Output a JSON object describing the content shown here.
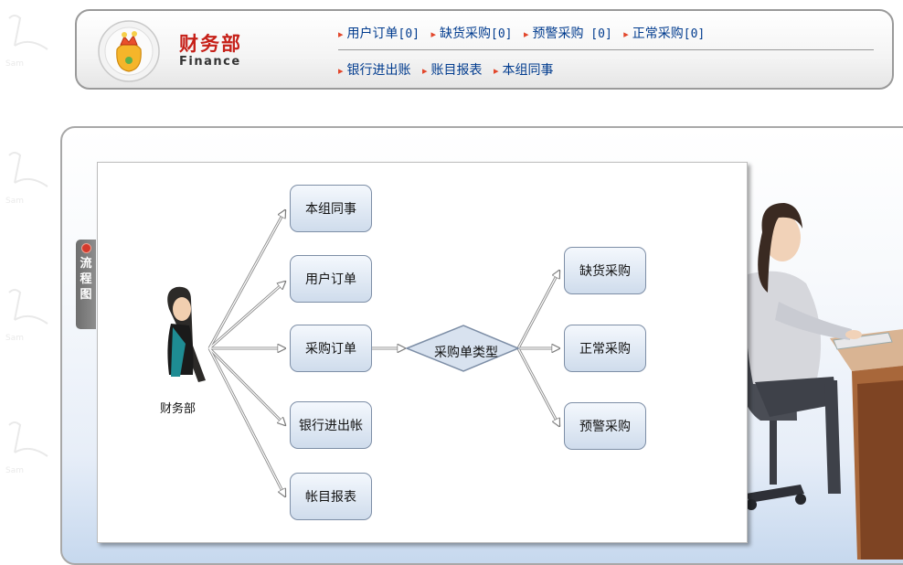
{
  "header": {
    "dept_name": "财务部",
    "dept_en": "Finance",
    "nav_row1": [
      {
        "label": "用户订单",
        "count": "[0]"
      },
      {
        "label": "缺货采购",
        "count": "[0]"
      },
      {
        "label": "预警采购",
        "count": " [0]"
      },
      {
        "label": "正常采购",
        "count": "[0]"
      }
    ],
    "nav_row2": [
      {
        "label": "银行进出账"
      },
      {
        "label": "账目报表"
      },
      {
        "label": "本组同事"
      }
    ]
  },
  "side_tab": {
    "chars": [
      "流",
      "程",
      "图"
    ]
  },
  "diagram": {
    "actor_label": "财务部",
    "left_nodes": [
      "本组同事",
      "用户订单",
      "采购订单",
      "银行进出帐",
      "帐目报表"
    ],
    "decision": "采购单类型",
    "right_nodes": [
      "缺货采购",
      "正常采购",
      "预警采购"
    ]
  },
  "colors": {
    "accent_red": "#c62018",
    "nav_blue": "#003b8e",
    "nav_arrow": "#e2462a",
    "node_border": "#7d8ea6"
  }
}
